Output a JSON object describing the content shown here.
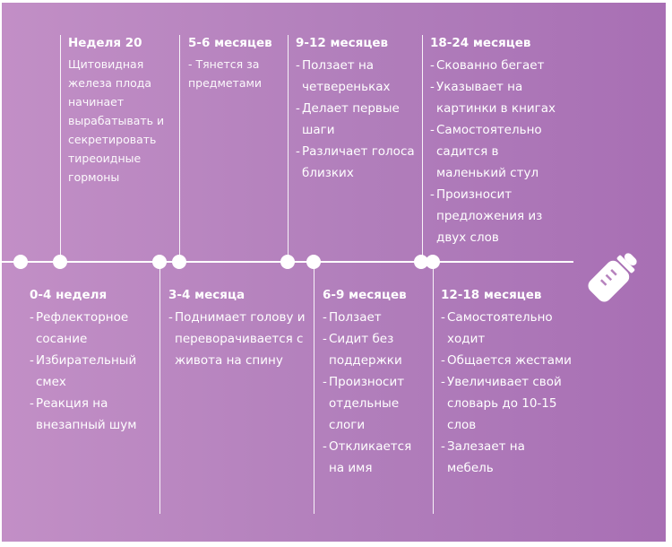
{
  "milestones": {
    "week20": {
      "title": "Неделя 20",
      "note": "Щитовидная железа плода начинает вырабатывать и секретировать тиреоидные гормоны"
    },
    "m5_6": {
      "title": "5-6 месяцев",
      "note": "- Тянется за предметами"
    },
    "m9_12": {
      "title": "9-12 месяцев",
      "items": [
        "Ползает на четвереньках",
        "Делает первые шаги",
        "Различает голоса близких"
      ]
    },
    "m18_24": {
      "title": "18-24 месяцев",
      "items": [
        "Скованно бегает",
        "Указывает на картинки в книгах",
        "Самостоятельно садится в маленький стул",
        "Произносит предложения из двух слов"
      ]
    },
    "w0_4": {
      "title": "0-4 неделя",
      "items": [
        "Рефлекторное сосание",
        "Избирательный смех",
        "Реакция на внезапный шум"
      ]
    },
    "m3_4": {
      "title": "3-4 месяца",
      "items": [
        "Поднимает голову и переворачивается с живота на спину"
      ]
    },
    "m6_9": {
      "title": "6-9 месяцев",
      "items": [
        "Ползает",
        "Сидит без поддержки",
        "Произносит отдельные слоги",
        "Откликается на имя"
      ]
    },
    "m12_18": {
      "title": "12-18 месяцев",
      "items": [
        "Самостоятельно ходит",
        "Общается жестами",
        "Увеличивает свой словарь до 10-15 слов",
        "Залезает на мебель"
      ]
    }
  },
  "icon": "baby-bottle-icon",
  "colors": {
    "panel_start": "#c28fc6",
    "panel_end": "#a86fb4",
    "line": "#ffffff"
  }
}
